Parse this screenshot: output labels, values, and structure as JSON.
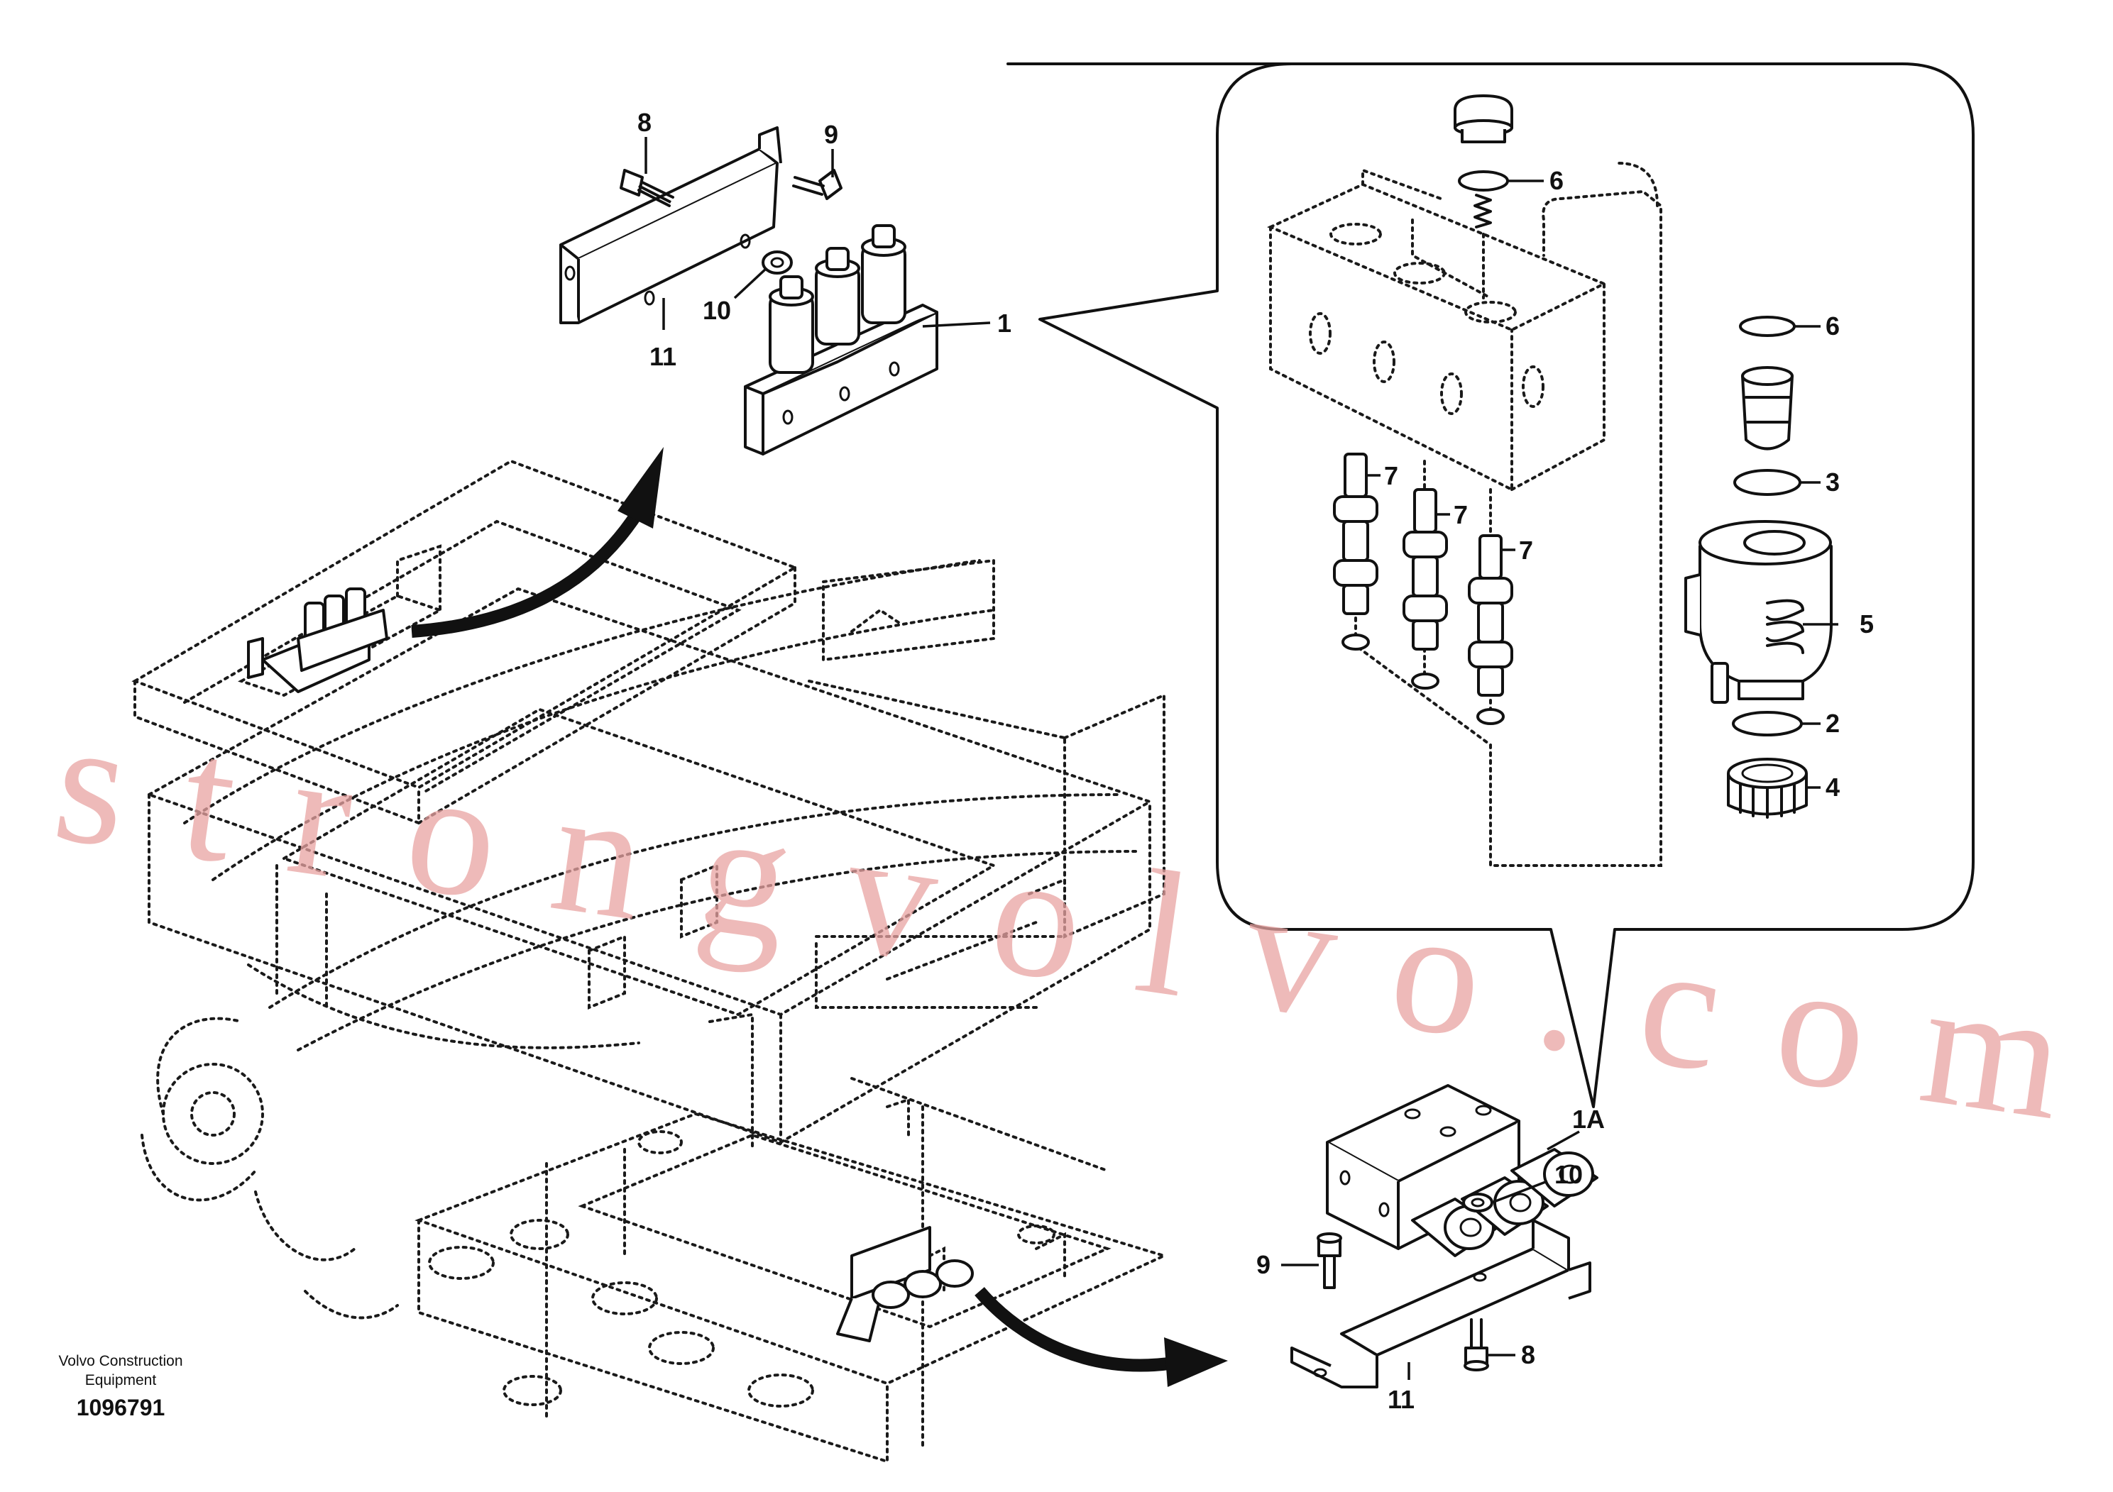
{
  "diagram": {
    "credit_line_1": "Volvo Construction",
    "credit_line_2": "Equipment",
    "drawing_number": "1096791",
    "watermark": "strongvolvo.com",
    "callouts": {
      "top_bolt_8": "8",
      "top_bolt_9": "9",
      "top_washer_10": "10",
      "top_bracket_11": "11",
      "top_valve_1": "1",
      "detail_oring_6_upper": "6",
      "detail_oring_6_lower": "6",
      "detail_spool_7_a": "7",
      "detail_spool_7_b": "7",
      "detail_spool_7_c": "7",
      "detail_oring_3": "3",
      "detail_coil_5": "5",
      "detail_oring_2": "2",
      "detail_nut_4": "4",
      "bottom_valve_1a": "1A",
      "bottom_washer_10": "10",
      "bottom_bolt_9": "9",
      "bottom_bolt_8": "8",
      "bottom_bracket_11": "11"
    }
  }
}
